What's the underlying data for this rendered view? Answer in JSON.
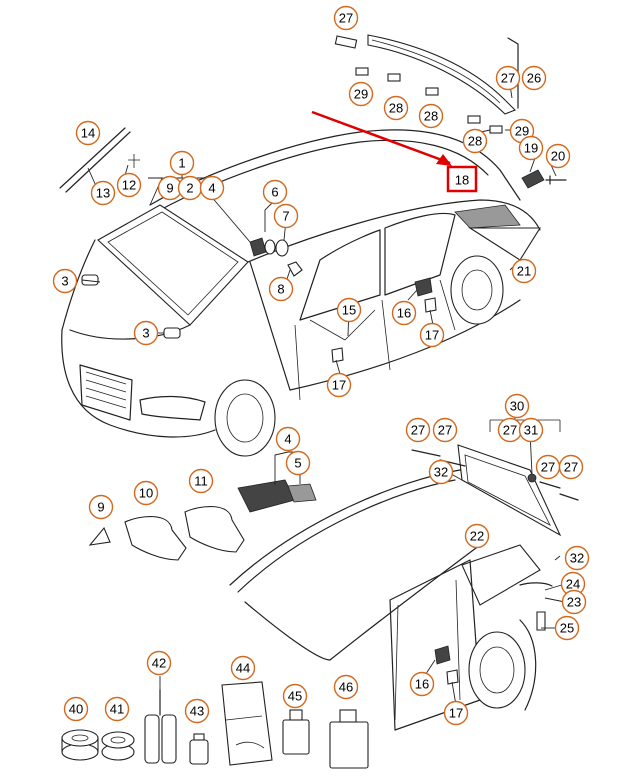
{
  "diagram": {
    "highlight_color": "#e00000",
    "callout_color": "#d2691e",
    "highlighted_part": "18",
    "callouts": [
      {
        "id": "c27a",
        "label": "27"
      },
      {
        "id": "c29a",
        "label": "29"
      },
      {
        "id": "c28a",
        "label": "28"
      },
      {
        "id": "c28b",
        "label": "28"
      },
      {
        "id": "c27b",
        "label": "27"
      },
      {
        "id": "c26",
        "label": "26"
      },
      {
        "id": "c29b",
        "label": "29"
      },
      {
        "id": "c28c",
        "label": "28"
      },
      {
        "id": "c19",
        "label": "19"
      },
      {
        "id": "c20",
        "label": "20"
      },
      {
        "id": "c14",
        "label": "14"
      },
      {
        "id": "c13",
        "label": "13"
      },
      {
        "id": "c12",
        "label": "12"
      },
      {
        "id": "c1",
        "label": "1"
      },
      {
        "id": "c9a",
        "label": "9"
      },
      {
        "id": "c2",
        "label": "2"
      },
      {
        "id": "c4a",
        "label": "4"
      },
      {
        "id": "c6",
        "label": "6"
      },
      {
        "id": "c7",
        "label": "7"
      },
      {
        "id": "c8",
        "label": "8"
      },
      {
        "id": "c18",
        "label": "18"
      },
      {
        "id": "c3a",
        "label": "3"
      },
      {
        "id": "c3b",
        "label": "3"
      },
      {
        "id": "c21",
        "label": "21"
      },
      {
        "id": "c16a",
        "label": "16"
      },
      {
        "id": "c15",
        "label": "15"
      },
      {
        "id": "c17a",
        "label": "17"
      },
      {
        "id": "c17b",
        "label": "17"
      },
      {
        "id": "c4b",
        "label": "4"
      },
      {
        "id": "c5",
        "label": "5"
      },
      {
        "id": "c9b",
        "label": "9"
      },
      {
        "id": "c10",
        "label": "10"
      },
      {
        "id": "c11",
        "label": "11"
      },
      {
        "id": "c30",
        "label": "30"
      },
      {
        "id": "c27c",
        "label": "27"
      },
      {
        "id": "c27d",
        "label": "27"
      },
      {
        "id": "c27e",
        "label": "27"
      },
      {
        "id": "c31",
        "label": "31"
      },
      {
        "id": "c27f",
        "label": "27"
      },
      {
        "id": "c27g",
        "label": "27"
      },
      {
        "id": "c32a",
        "label": "32"
      },
      {
        "id": "c22",
        "label": "22"
      },
      {
        "id": "c32b",
        "label": "32"
      },
      {
        "id": "c24",
        "label": "24"
      },
      {
        "id": "c23",
        "label": "23"
      },
      {
        "id": "c25",
        "label": "25"
      },
      {
        "id": "c16b",
        "label": "16"
      },
      {
        "id": "c17c",
        "label": "17"
      },
      {
        "id": "c42",
        "label": "42"
      },
      {
        "id": "c44",
        "label": "44"
      },
      {
        "id": "c45",
        "label": "45"
      },
      {
        "id": "c46",
        "label": "46"
      },
      {
        "id": "c40",
        "label": "40"
      },
      {
        "id": "c41",
        "label": "41"
      },
      {
        "id": "c43",
        "label": "43"
      }
    ]
  }
}
